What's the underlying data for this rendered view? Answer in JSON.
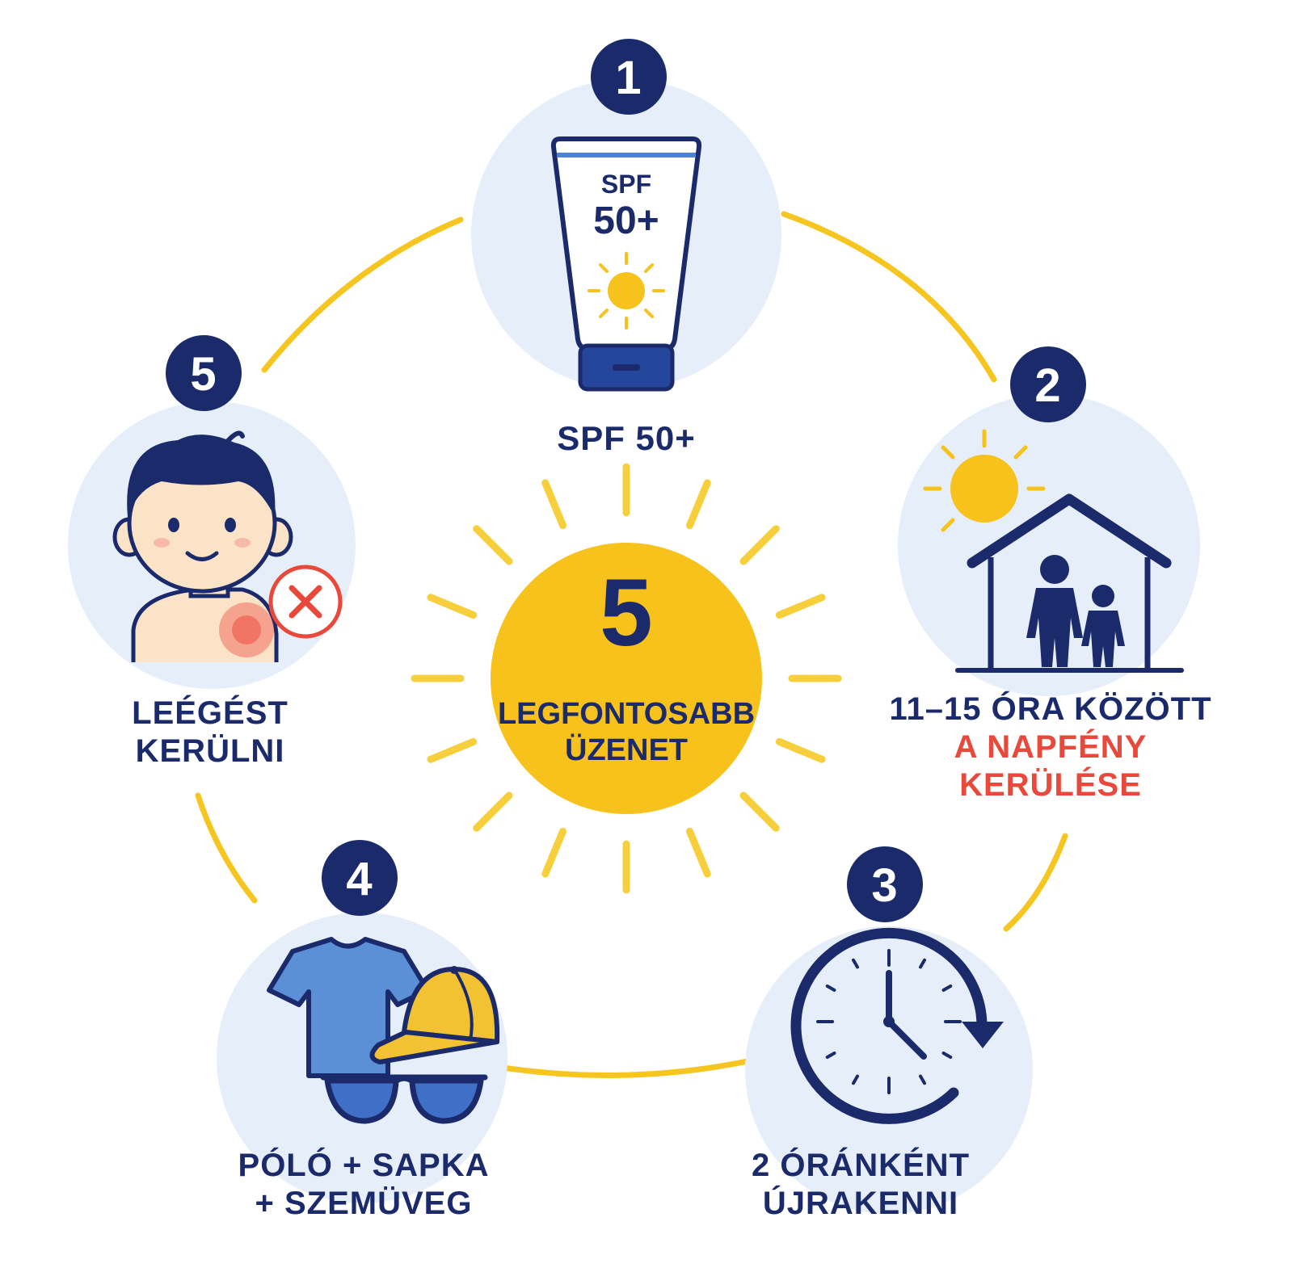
{
  "center": {
    "number": "5",
    "line1": "LEGFONTOSABB",
    "line2": "ÜZENET"
  },
  "steps": [
    {
      "badge": "1",
      "icon": "sunscreen-tube-icon",
      "tube_line1": "SPF",
      "tube_line2": "50+",
      "label_lines": [
        "SPF 50+"
      ]
    },
    {
      "badge": "2",
      "icon": "shade-shelter-icon",
      "label_lines": [
        "11–15 ÓRA KÖZÖTT"
      ],
      "highlight_lines": [
        "A NAPFÉNY",
        "KERÜLÉSE"
      ]
    },
    {
      "badge": "3",
      "icon": "clock-refresh-icon",
      "label_lines": [
        "2 ÓRÁNKÉNT",
        "ÚJRAKENNI"
      ]
    },
    {
      "badge": "4",
      "icon": "clothing-cap-sunglasses-icon",
      "label_lines": [
        "PÓLÓ + SAPKA",
        "+ SZEMÜVEG"
      ]
    },
    {
      "badge": "5",
      "icon": "sunburned-child-icon",
      "label_lines": [
        "LEÉGÉST",
        "KERÜLNI"
      ]
    }
  ],
  "colors": {
    "navy": "#1b2a6b",
    "sun_yellow": "#f6c21b",
    "ray_yellow": "#f7cf3d",
    "circle_bg": "#e6eef9",
    "warning_red": "#e8493b",
    "shirt_blue": "#5b8fd6",
    "lens_blue": "#3f6fc7"
  }
}
